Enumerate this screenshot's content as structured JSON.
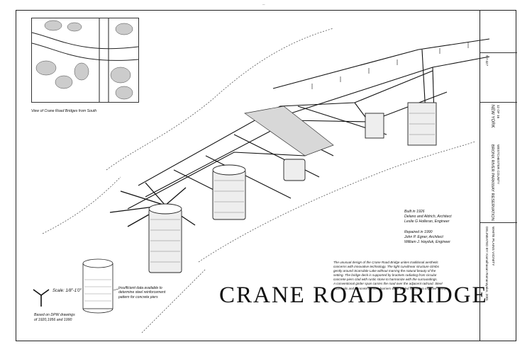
{
  "sheet": {
    "title": "CRANE ROAD BRIDGE",
    "inset_caption": "View of Crane Road Bridges from South",
    "credits": {
      "built": "Built in 1926",
      "architect": "Delano and Aldrich, Architect",
      "engineer": "Leslie G Holleran, Engineer",
      "repaired": "Repaired in 1990",
      "repair_architect": "John P. Egner, Architect",
      "repair_engineer": "William J. Hayduk, Engineer"
    },
    "description": [
      "The unusual design of the Crane Road Bridge unites traditional aesthetic",
      "concerns with innovative technology. The light curvilinear structure climbs",
      "gently around Scarsdale Lake without marring the natural beauty of the",
      "setting. The bridge deck is supported by brackets radiating from circular",
      "concrete piers clad with rustic stone to harmonize with the surroundings.",
      "A conventional girder span carries the road over the adjacent railroad. Steel",
      "guardrails and concrete median barriers were added in 1990 to improve safety."
    ],
    "scale": "Scale: 1/8\"-1'0\"",
    "note_insufficient": [
      "Insufficient data available to",
      "determine steel reinforcement",
      "pattern for concrete piers"
    ],
    "note_based": [
      "Based on DPW drawings",
      "of 1920,1956 and 1990"
    ]
  },
  "title_block": {
    "delineator": "DELINEATED BY: Kamalhasan Ramanayake, 2001",
    "city": "WHITE PLAINS VICINITY",
    "project": "BRONX RIVER PARKWAY RESERVATION",
    "county": "WESTCHESTER COUNTY",
    "state": "NEW YORK",
    "sheet_no": "12  OF  16",
    "survey_no": "NY-327"
  },
  "colors": {
    "ink": "#111111",
    "paper": "#ffffff",
    "water_line": "#555555"
  }
}
